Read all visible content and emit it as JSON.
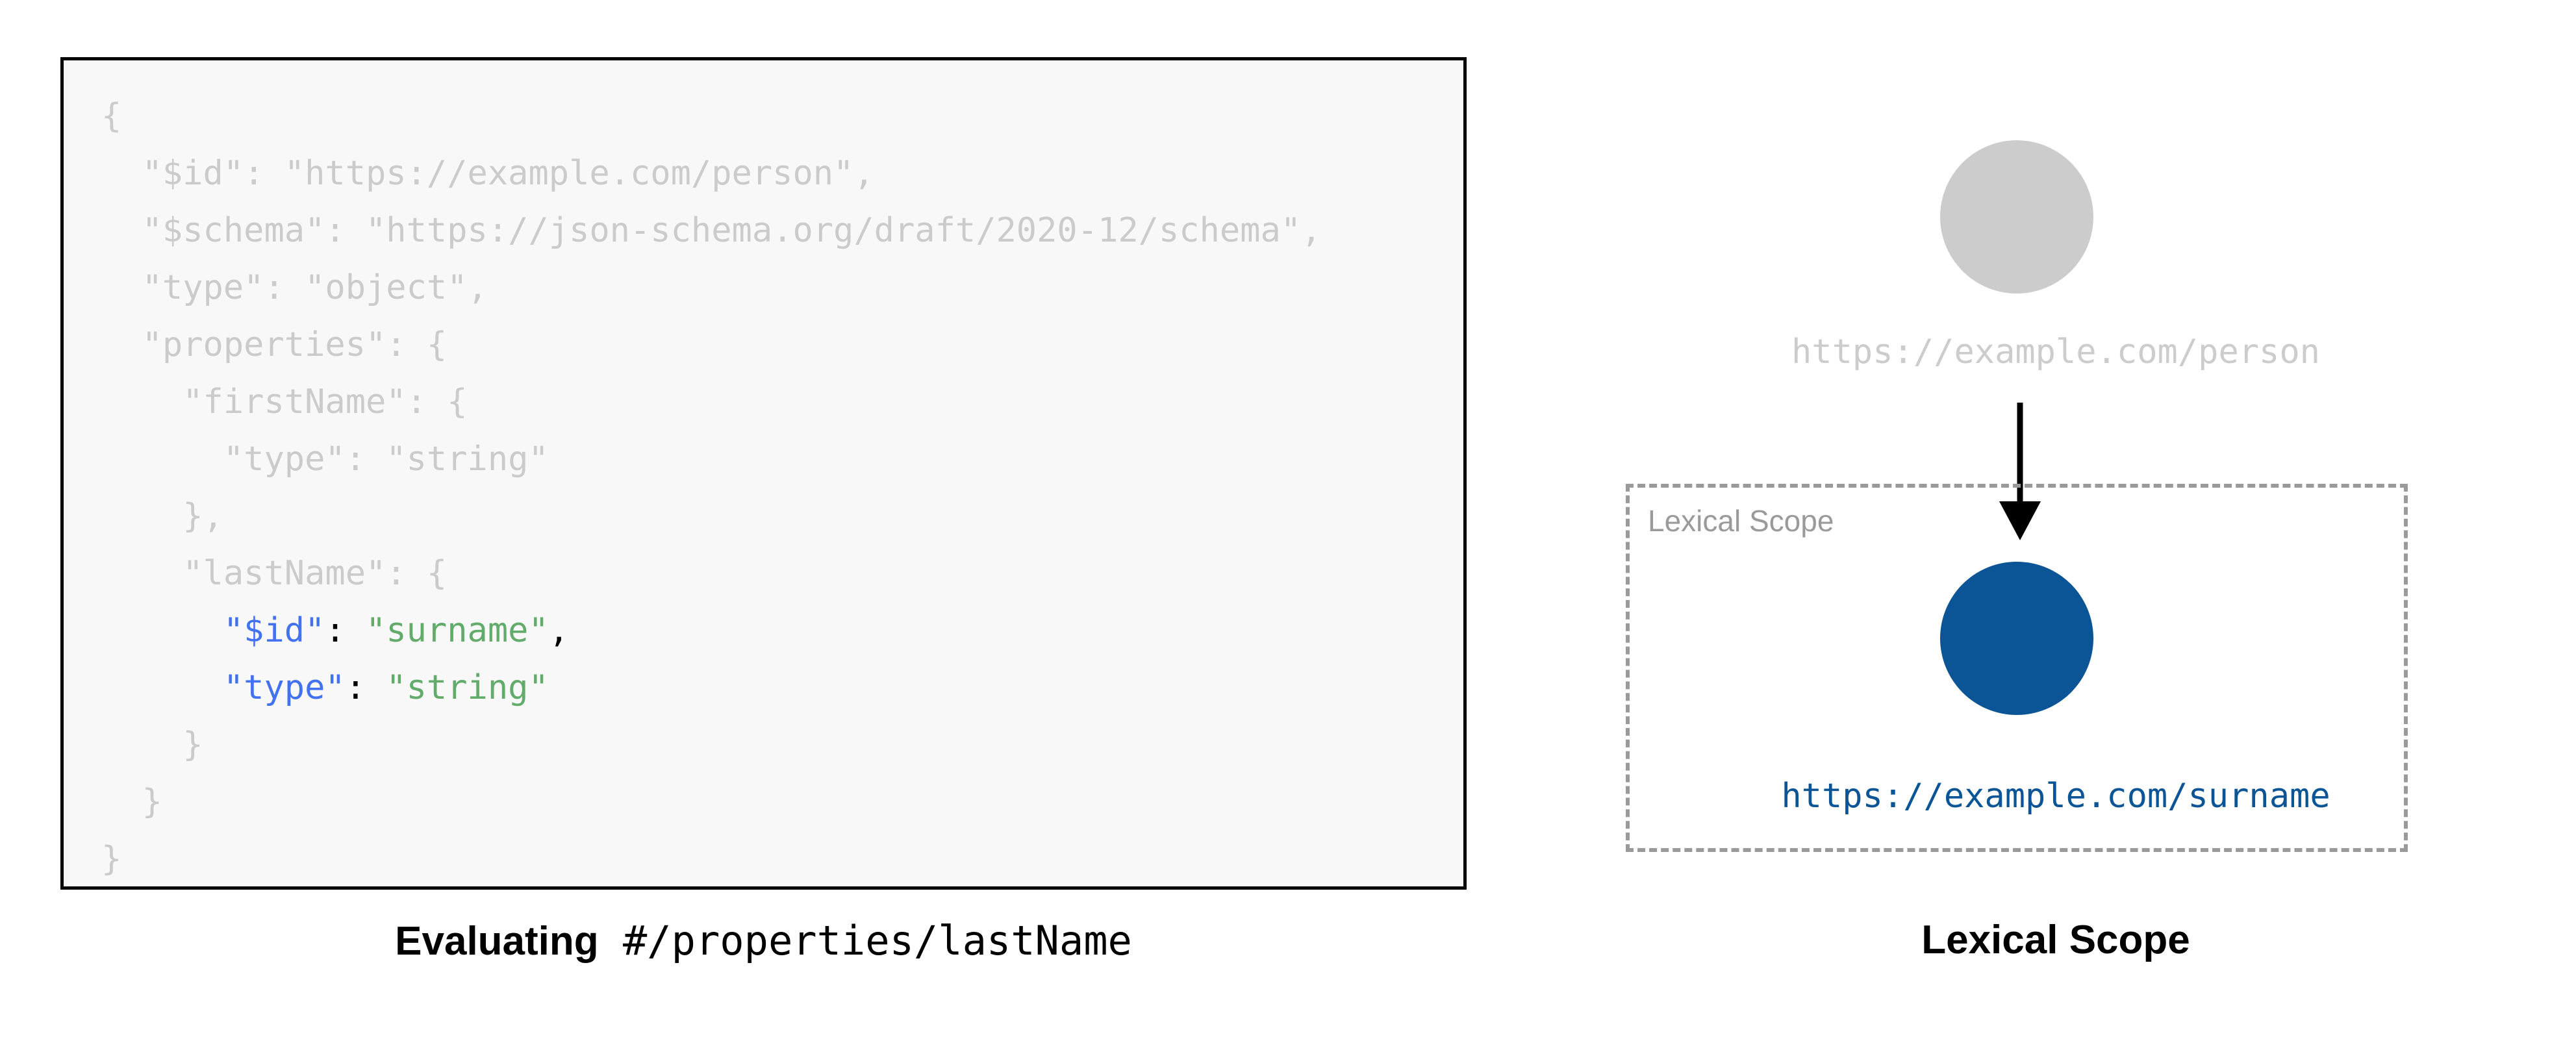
{
  "colors": {
    "code_dim": "#cbcbcb",
    "code_key": "#4372f0",
    "code_string": "#63ab6b",
    "code_punctuation": "#000000",
    "code_background": "#f8f8f8",
    "code_border": "#000000",
    "parent_node": "#cccccc",
    "child_node": "#0b5596",
    "scope_border": "#9a9a9a",
    "scope_label": "#9a9a9a",
    "arrow": "#000000"
  },
  "left_panel": {
    "code_block": {
      "language": "json",
      "lines": [
        {
          "indent": "",
          "segments": [
            {
              "text": "{",
              "style": "dim"
            }
          ]
        },
        {
          "indent": "  ",
          "segments": [
            {
              "text": "\"$id\": \"https://example.com/person\",",
              "style": "dim"
            }
          ]
        },
        {
          "indent": "  ",
          "segments": [
            {
              "text": "\"$schema\": \"https://json-schema.org/draft/2020-12/schema\",",
              "style": "dim"
            }
          ]
        },
        {
          "indent": "  ",
          "segments": [
            {
              "text": "\"type\": \"object\",",
              "style": "dim"
            }
          ]
        },
        {
          "indent": "  ",
          "segments": [
            {
              "text": "\"properties\": {",
              "style": "dim"
            }
          ]
        },
        {
          "indent": "    ",
          "segments": [
            {
              "text": "\"firstName\": {",
              "style": "dim"
            }
          ]
        },
        {
          "indent": "      ",
          "segments": [
            {
              "text": "\"type\": \"string\"",
              "style": "dim"
            }
          ]
        },
        {
          "indent": "    ",
          "segments": [
            {
              "text": "},",
              "style": "dim"
            }
          ]
        },
        {
          "indent": "    ",
          "segments": [
            {
              "text": "\"lastName\": {",
              "style": "dim"
            }
          ]
        },
        {
          "indent": "      ",
          "segments": [
            {
              "text": "\"$id\"",
              "style": "key"
            },
            {
              "text": ": ",
              "style": "punc"
            },
            {
              "text": "\"surname\"",
              "style": "string"
            },
            {
              "text": ",",
              "style": "punc"
            }
          ]
        },
        {
          "indent": "      ",
          "segments": [
            {
              "text": "\"type\"",
              "style": "key"
            },
            {
              "text": ": ",
              "style": "punc"
            },
            {
              "text": "\"string\"",
              "style": "string"
            }
          ]
        },
        {
          "indent": "    ",
          "segments": [
            {
              "text": "}",
              "style": "dim"
            }
          ]
        },
        {
          "indent": "  ",
          "segments": [
            {
              "text": "}",
              "style": "dim"
            }
          ]
        },
        {
          "indent": "",
          "segments": [
            {
              "text": "}",
              "style": "dim"
            }
          ]
        }
      ]
    },
    "caption": {
      "strong_text": "Evaluating",
      "mono_text": " #/properties/lastName"
    }
  },
  "right_panel": {
    "parent_node": {
      "shape": "circle",
      "label": "https://example.com/person"
    },
    "edge": {
      "icon": "down-arrow-icon",
      "direction": "down"
    },
    "lexical_scope_box": {
      "label": "Lexical Scope",
      "border_style": "dashed"
    },
    "child_node": {
      "shape": "circle",
      "label": "https://example.com/surname"
    },
    "caption": "Lexical Scope"
  }
}
